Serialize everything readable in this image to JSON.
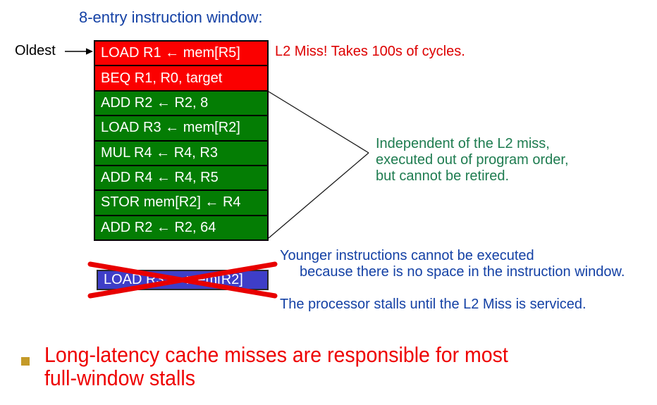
{
  "title": "8-entry instruction window:",
  "oldest_label": "Oldest",
  "l2_miss_note": "L2 Miss! Takes 100s of cycles.",
  "instruction_window": {
    "rows": [
      {
        "text": "LOAD R1 ← mem[R5]",
        "status": "miss"
      },
      {
        "text": "BEQ R1, R0, target",
        "status": "miss"
      },
      {
        "text": "ADD R2 ← R2, 8",
        "status": "executed"
      },
      {
        "text": "LOAD R3 ← mem[R2]",
        "status": "executed"
      },
      {
        "text": "MUL R4 ← R4, R3",
        "status": "executed"
      },
      {
        "text": "ADD R4 ← R4, R5",
        "status": "executed"
      },
      {
        "text": "STOR mem[R2] ← R4",
        "status": "executed"
      },
      {
        "text": "ADD R2 ← R2, 64",
        "status": "executed"
      }
    ]
  },
  "independent_note": {
    "line1": "Independent of the L2 miss,",
    "line2": "executed out of program order,",
    "line3": "but cannot be retired."
  },
  "blocked_instruction": "LOAD R3 ← mem[R2]",
  "younger_note": {
    "line1": "Younger instructions cannot be executed",
    "line2": "because there is no space in the instruction window."
  },
  "stall_note": "The processor stalls until the L2 Miss is serviced.",
  "bullet": {
    "line1": "Long-latency cache misses are responsible for most",
    "line2": "full-window stalls"
  },
  "icons": {
    "oldest_arrow": "right-arrow",
    "bracket": "right-pointing-brace",
    "cross": "red-x-cross"
  },
  "colors": {
    "miss_red": "#fb0000",
    "exec_green": "#047d04",
    "blocked_blue": "#3e3ec8",
    "note_red": "#dd0000",
    "note_green": "#1e7c50",
    "blue_text": "#1441a5",
    "bullet_red": "#ee0000",
    "bullet_gold": "#c49a28",
    "cross_red": "#e80000"
  }
}
